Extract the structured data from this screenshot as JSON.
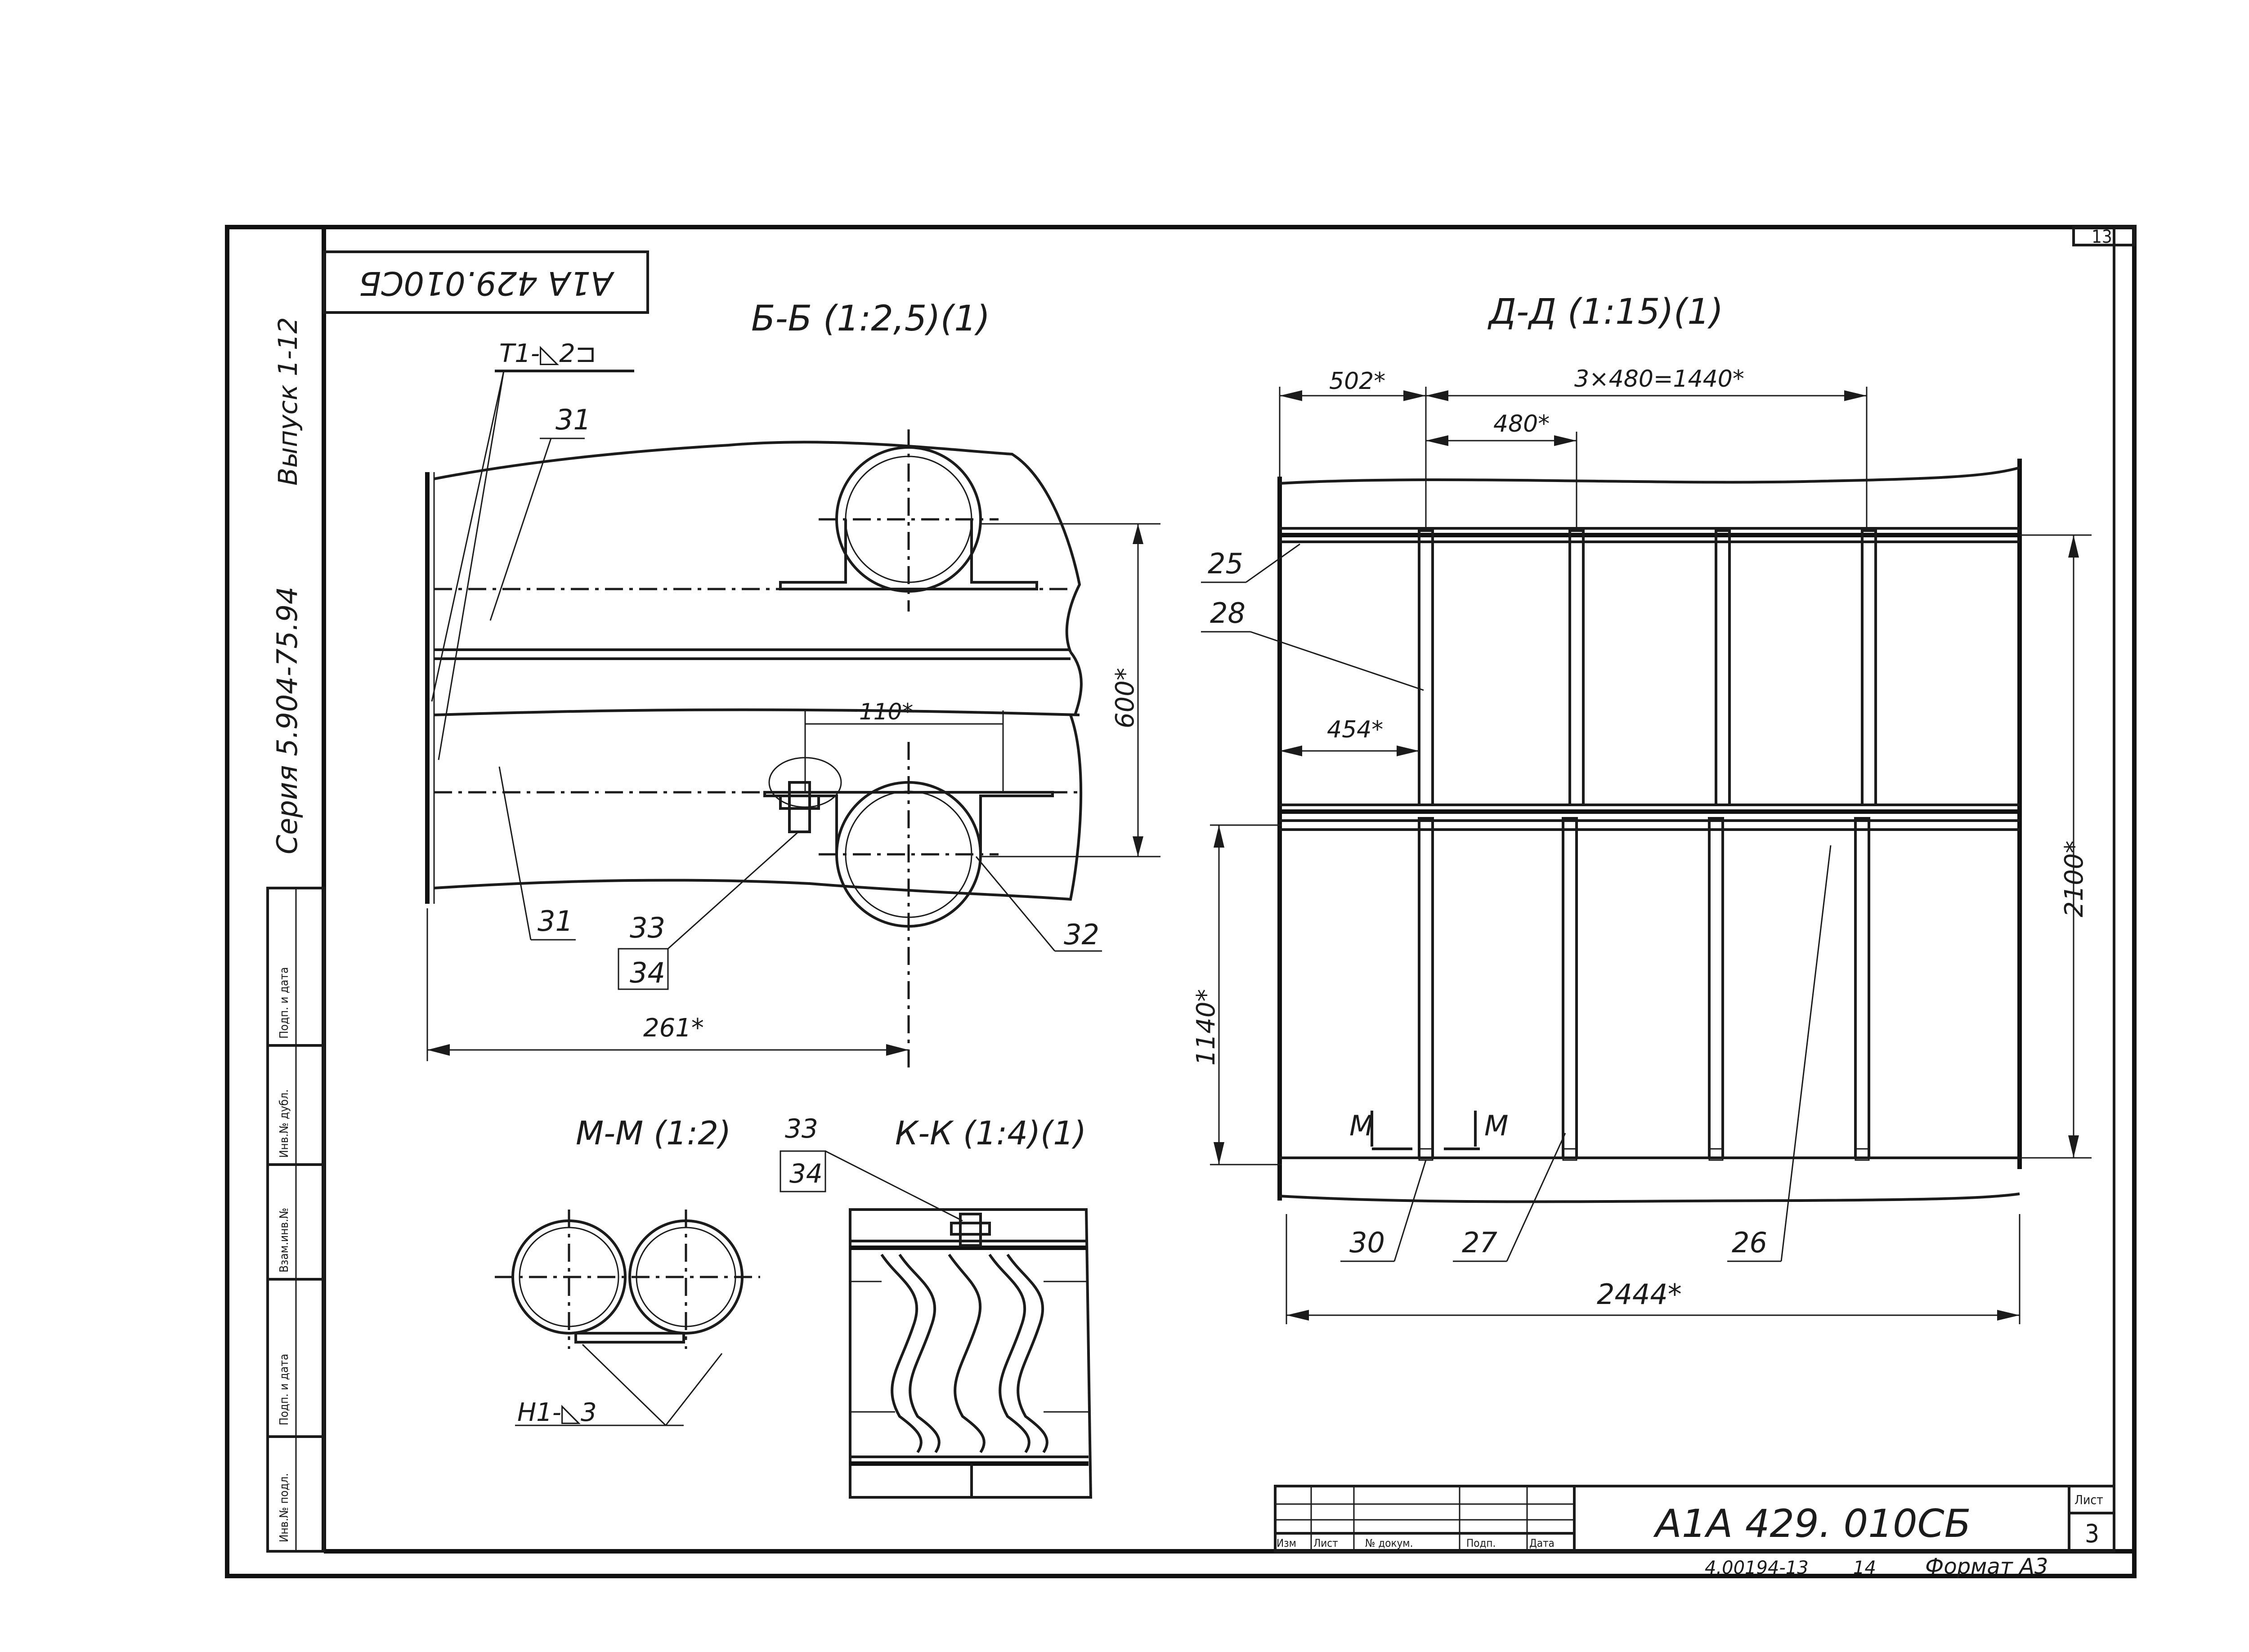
{
  "page_number": "13",
  "stamp": {
    "doc_code": "А1А 429. 010СБ",
    "sheet_label": "Лист",
    "sheet_number": "3",
    "cols": [
      "Изм",
      "Лист",
      "№ докум.",
      "Подп.",
      "Дата"
    ],
    "archive_no": "4.00194-13",
    "copy_no": "14",
    "format": "Формат А3"
  },
  "rotated_code": "А1А 429.010СБ",
  "side_labels": {
    "series": "Серия  5.904-75.94",
    "issue": "Выпуск 1-12"
  },
  "left_strip": [
    "Инв.№ подл.",
    "Подп. и дата",
    "Взам.инв.№",
    "Инв.№ дубл.",
    "Подп. и дата"
  ],
  "views": {
    "bb": {
      "title": "Б-Б (1:2,5)(1)",
      "weld": "Т1-◺2⊐",
      "dims": [
        "110*",
        "600*",
        "261*"
      ],
      "callouts": [
        "31",
        "31",
        "32",
        "33",
        "34"
      ]
    },
    "dd": {
      "title": "Д-Д (1:15)(1)",
      "dims": [
        "502*",
        "3×480=1440*",
        "480*",
        "454*",
        "2100*",
        "1140*",
        "2444*"
      ],
      "callouts": [
        "25",
        "28",
        "30",
        "27",
        "26"
      ],
      "section_marks": [
        "М",
        "М"
      ]
    },
    "mm": {
      "title": "М-М (1:2)",
      "weld": "Н1-◺3"
    },
    "kk": {
      "title": "К-К (1:4)(1)",
      "callouts": [
        "33",
        "34"
      ]
    }
  }
}
